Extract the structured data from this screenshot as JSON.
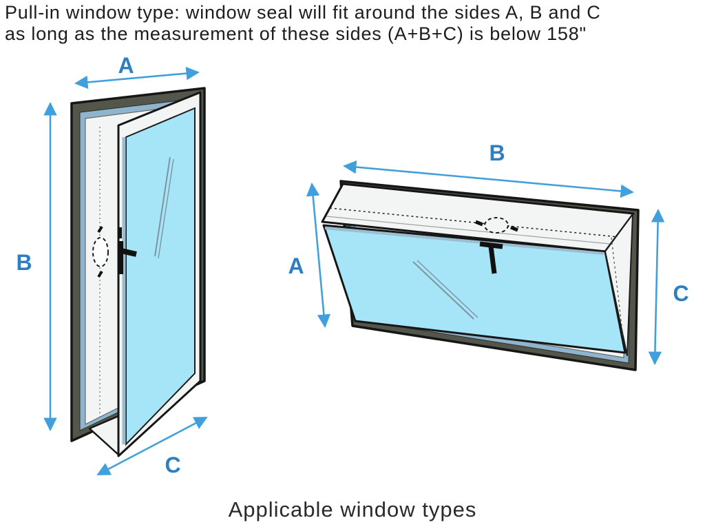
{
  "title": {
    "line1": "Pull-in window type: window seal will fit around the sides A, B and C",
    "line2": "as long as the measurement of these sides (A+B+C) is below 158\""
  },
  "caption": "Applicable window types",
  "dimension_labels": {
    "a": "A",
    "b": "B",
    "c": "C"
  },
  "colors": {
    "text_dark": "#1c1c1c",
    "label_blue": "#2e7fc2",
    "arrow_blue": "#41a0dc",
    "glass_cyan": "#a6e4f7",
    "frame_dark": "#53564a",
    "seal_blue": "#8fb4cc",
    "frame_white": "#f2f5f4"
  }
}
